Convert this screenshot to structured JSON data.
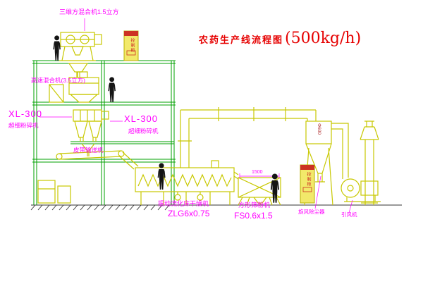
{
  "title": {
    "main": "农药生产线流程图",
    "capacity": "(500kg/h)"
  },
  "labels": {
    "mixer_top": "三维方混合机1.5立方",
    "high_speed_mixer": "高速混合机(3.5立方)",
    "mill_left_model": "XL-300",
    "mill_left_name": "超细粉碎机",
    "mill_center_model": "XL-300",
    "mill_center_name": "超细粉碎机",
    "belt_conveyor": "皮带输送机",
    "dryer_name": "振动流化床干燥机",
    "dryer_model": "ZLG6x0.75",
    "sieve_name": "方形筛粉机",
    "sieve_model": "FS0.6x1.5",
    "cyclone": "旋风除尘器",
    "fan": "引风机",
    "cabinet_1": "控制柜",
    "cabinet_2": "控制柜",
    "dim_sieve_width": "1500",
    "dim_duct": "Φ600"
  },
  "colors": {
    "structure_green": "#00a000",
    "equipment_yellow": "#c8c800",
    "label_magenta": "#ff00ff",
    "title_red": "#e60000",
    "cabinet_red": "#cc3322",
    "figure_black": "#151515"
  }
}
